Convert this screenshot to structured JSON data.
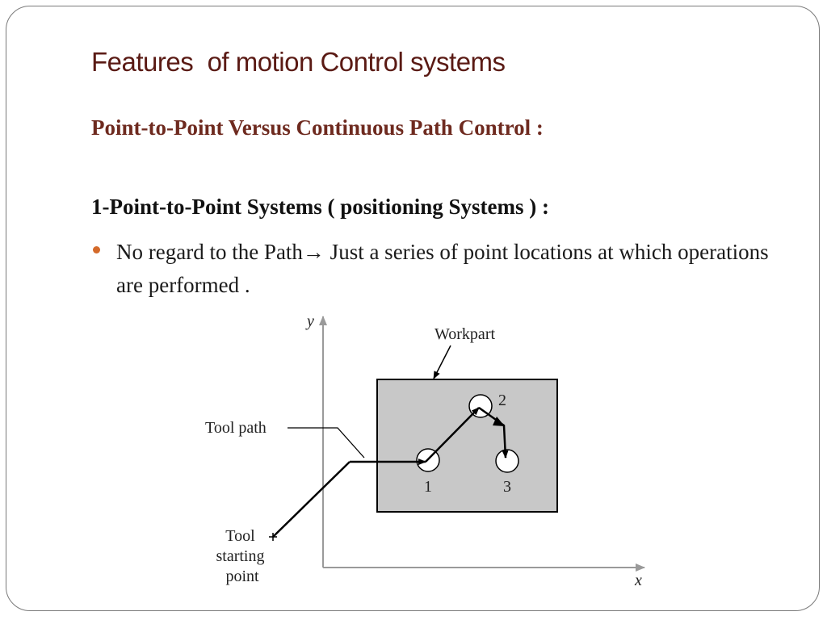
{
  "slide": {
    "title": "Features  of motion Control systems",
    "subtitle": "Point-to-Point Versus Continuous Path Control :",
    "section_heading": "1-Point-to-Point Systems ( positioning Systems ) :",
    "bullet": "No regard to the Path→ Just a series of point locations at which operations are performed ."
  },
  "diagram": {
    "axis_x_label": "x",
    "axis_y_label": "y",
    "workpart_label": "Workpart",
    "tool_path_label": "Tool path",
    "tool_start_label_lines": [
      "Tool",
      "starting",
      "point"
    ],
    "point_labels": [
      "1",
      "2",
      "3"
    ],
    "colors": {
      "workpart_fill": "#c8c8c8",
      "axis": "#9a9a9a",
      "path": "#000000"
    }
  }
}
